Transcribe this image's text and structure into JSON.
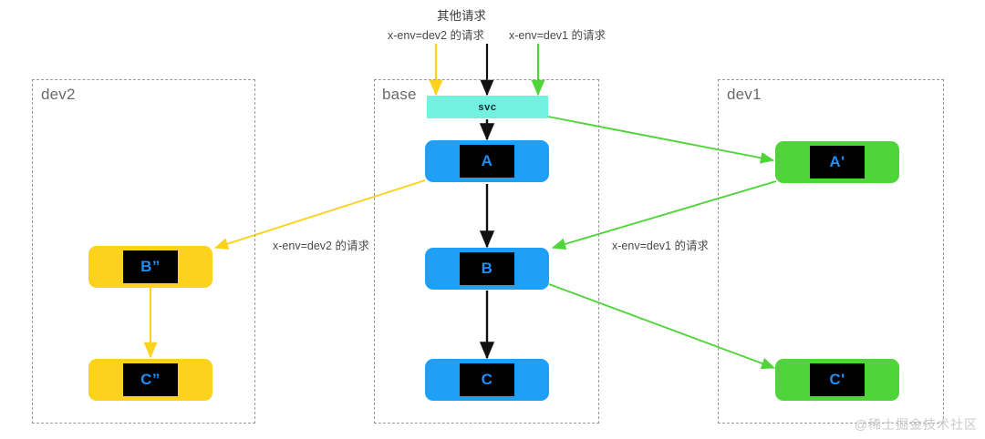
{
  "diagram": {
    "title": "",
    "watermark": "@稀土掘金技术社区",
    "zones": [
      {
        "id": "dev2",
        "label": "dev2"
      },
      {
        "id": "base",
        "label": "base"
      },
      {
        "id": "dev1",
        "label": "dev1"
      }
    ],
    "traffic_labels": {
      "other": "其他请求",
      "dev2": "x-env=dev2 的请求",
      "dev1": "x-env=dev1 的请求"
    },
    "edge_labels": {
      "dev2_mid": "x-env=dev2 的请求",
      "dev1_mid": "x-env=dev1 的请求"
    },
    "service": {
      "name": "svc",
      "color": "#72f0e0"
    },
    "nodes": [
      {
        "id": "A",
        "label": "A",
        "zone": "base",
        "color": "#1ea0f7"
      },
      {
        "id": "B",
        "label": "B",
        "zone": "base",
        "color": "#1ea0f7"
      },
      {
        "id": "C",
        "label": "C",
        "zone": "base",
        "color": "#1ea0f7"
      },
      {
        "id": "A1",
        "label": "A'",
        "zone": "dev1",
        "color": "#4fd43a"
      },
      {
        "id": "C1",
        "label": "C'",
        "zone": "dev1",
        "color": "#4fd43a"
      },
      {
        "id": "B2",
        "label": "B”",
        "zone": "dev2",
        "color": "#fcd21c"
      },
      {
        "id": "C2",
        "label": "C”",
        "zone": "dev2",
        "color": "#fcd21c"
      }
    ],
    "colors": {
      "base_flow": "#111111",
      "dev1_flow": "#4fd43a",
      "dev2_flow": "#fcd21c",
      "chip_bg": "#000000",
      "chip_text": "#1f8ff5",
      "zone_border": "#9a9a9a"
    }
  }
}
